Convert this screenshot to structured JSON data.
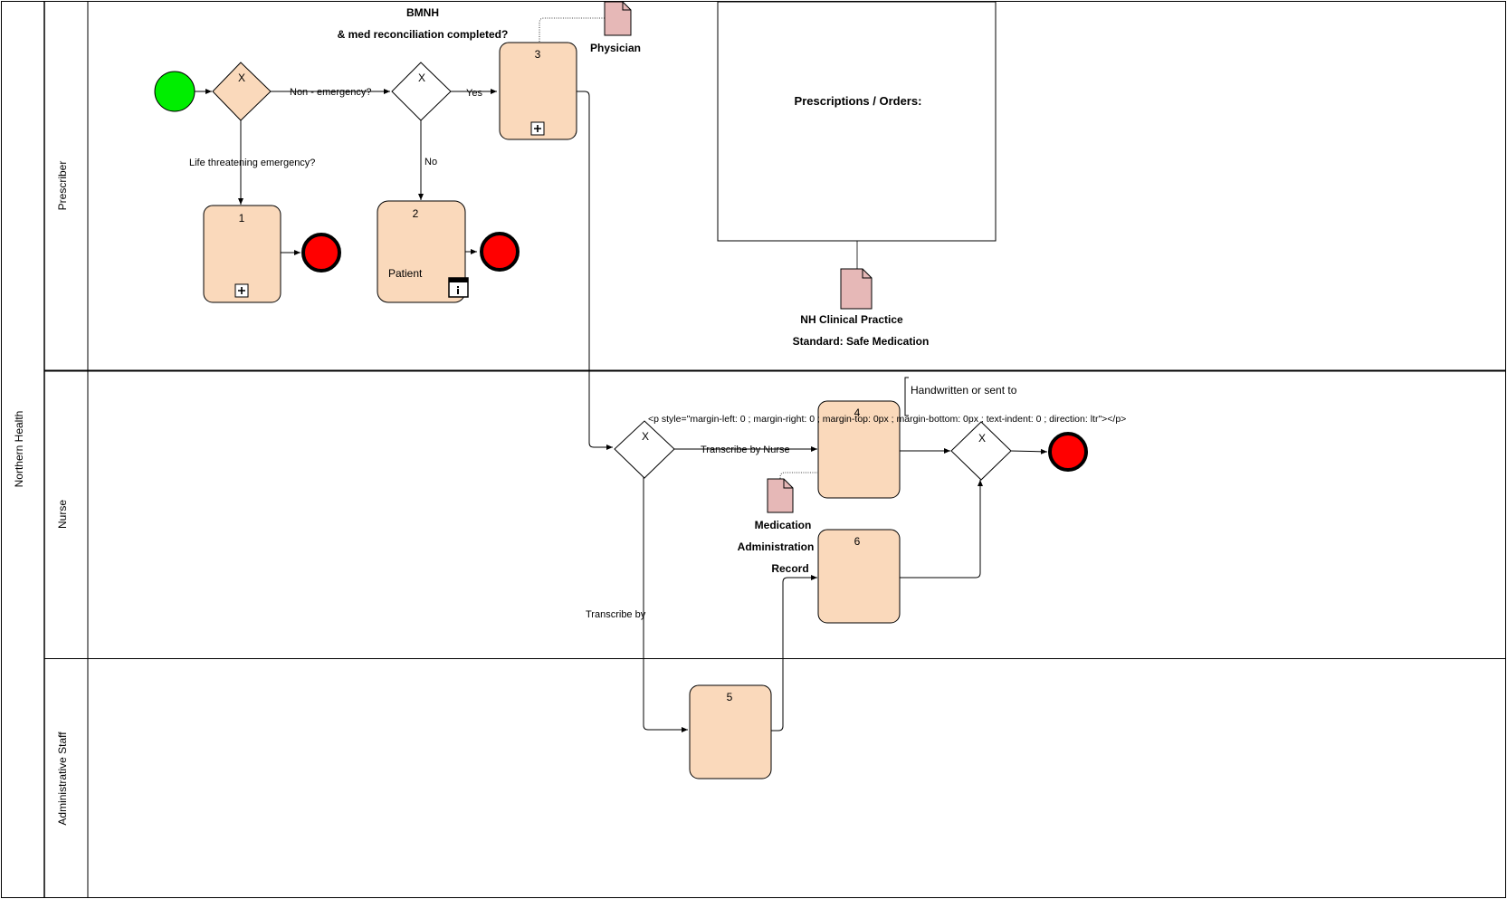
{
  "pool": {
    "label": "Northern Health"
  },
  "lanes": {
    "prescriber": "Prescriber",
    "nurse": "Nurse",
    "admin": "Administrative Staff"
  },
  "gateways": {
    "g1": "X",
    "g2": "X",
    "g3": "X",
    "g4": "X"
  },
  "tasks": {
    "t1": "1",
    "t2": "2",
    "t2_sub": "Patient",
    "t3": "3",
    "t4": "4",
    "t5": "5",
    "t6": "6"
  },
  "flow_labels": {
    "non_emergency": "Non - emergency?",
    "life_threatening": "Life threatening emergency?",
    "yes": "Yes",
    "no": "No",
    "transcribe_nurse": "Transcribe by Nurse",
    "transcribe_by": "Transcribe by"
  },
  "annotations": {
    "bmnh_line1": "BMNH",
    "bmnh_line2": "& med reconciliation completed?",
    "prescriptions": "Prescriptions / Orders:",
    "handwritten": "Handwritten or sent to",
    "html_fragment": "<p style=\"margin-left: 0 ; margin-right: 0 ; margin-top: 0px ; margin-bottom: 0px ; text-indent: 0 ; direction: ltr\"></p>"
  },
  "documents": {
    "physician": "Physician",
    "nh_line1": "NH Clinical Practice",
    "nh_line2": "Standard: Safe Medication",
    "mar_line1": "Medication",
    "mar_line2": "Administration",
    "mar_line3": "Record"
  },
  "colors": {
    "task_fill": "#fad9bb",
    "start_event": "#00ee00",
    "end_event": "#ff0000",
    "document_fill": "#e6b8b7"
  }
}
